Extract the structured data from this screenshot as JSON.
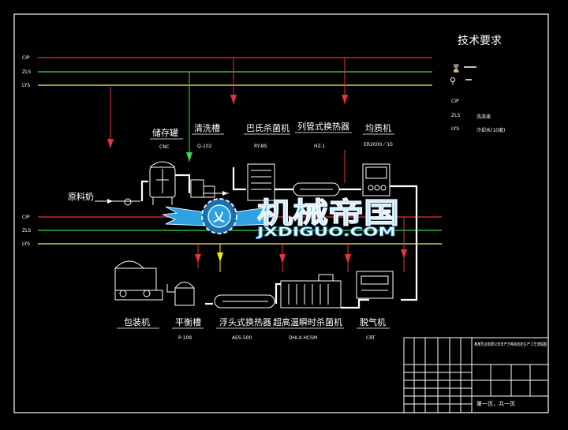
{
  "colors": {
    "background": "#000000",
    "border": "#ffffff",
    "cip_line": "#e8323c",
    "zls_line": "#3dd84a",
    "lys_line": "#f0f07a",
    "equipment": "#ffffff",
    "arrow_red": "#e8323c",
    "arrow_green": "#3dd84a",
    "arrow_yellow": "#f0f000",
    "watermark": "#2fa0e0"
  },
  "spec": {
    "title": "技术要求",
    "line_cip": "CIP",
    "line_zls": "ZLS",
    "line_lys": "LYS",
    "note_cip": "洗涤液",
    "note_zls": "冷冻水",
    "note_lys": "冷却水(10度)"
  },
  "top_lines": {
    "cip": "CIP",
    "zls": "ZLS",
    "lys": "LYS"
  },
  "bottom_lines": {
    "cip": "CIP",
    "zls": "ZLS",
    "lys": "LYS"
  },
  "raw_milk": "原料奶",
  "top_equipment": [
    {
      "name": "储存罐",
      "code": "CNC"
    },
    {
      "name": "清洗槽",
      "code": "Q-102"
    },
    {
      "name": "巴氏杀菌机",
      "code": "RY-BS"
    },
    {
      "name": "列管式换热器",
      "code": "HZ-1"
    },
    {
      "name": "均质机",
      "code": "ER2000／10"
    }
  ],
  "bottom_equipment": [
    {
      "name": "包装机",
      "code": ""
    },
    {
      "name": "平衡槽",
      "code": "P-109"
    },
    {
      "name": "浮头式换热器",
      "code": "AES-500"
    },
    {
      "name": "超高温瞬时杀菌机",
      "code": "DHLX-HCSM"
    },
    {
      "name": "脱气机",
      "code": "CRT"
    }
  ],
  "watermark": {
    "cn": "机械帝国",
    "en": "JXDIGUO.COM"
  },
  "title_block": {
    "drawing_title": "某某乳业有限公司年产万吨液态奶生产工艺流程图",
    "sheet": "第一页，共一页"
  }
}
